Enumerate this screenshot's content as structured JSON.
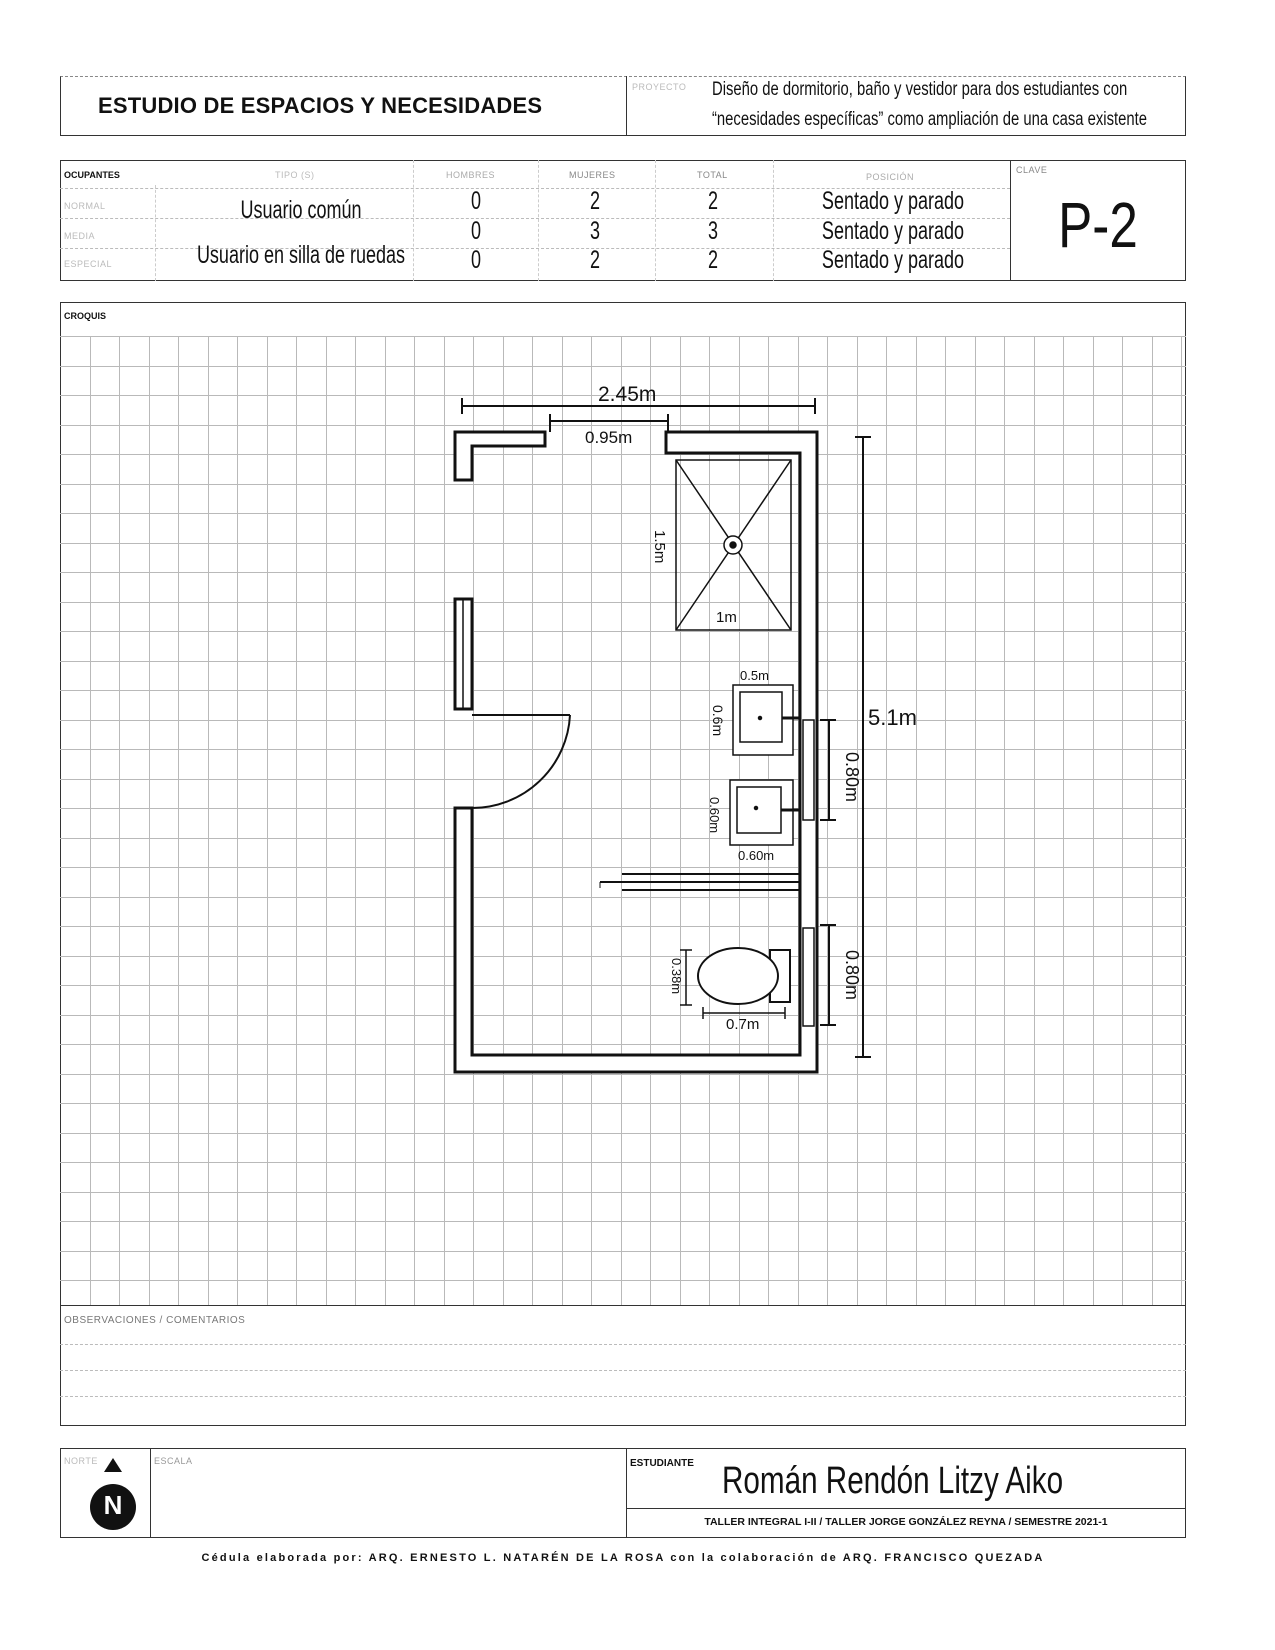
{
  "header": {
    "title": "ESTUDIO DE ESPACIOS Y NECESIDADES",
    "project_label": "PROYECTO",
    "project_line1": "Diseño de dormitorio, baño y vestidor para dos estudiantes con",
    "project_line2": "“necesidades específicas” como ampliación de una casa existente"
  },
  "occupants": {
    "section_label": "OCUPANTES",
    "col_tipo": "TIPO (S)",
    "col_hombres": "HOMBRES",
    "col_mujeres": "MUJERES",
    "col_total": "TOTAL",
    "col_posicion": "POSICIÓN",
    "col_clave": "CLAVE",
    "row_labels": [
      "NORMAL",
      "MEDIA",
      "ESPECIAL"
    ],
    "rows": [
      {
        "tipo": "Usuario común",
        "hombres": "0",
        "mujeres": "2",
        "total": "2",
        "posicion": "Sentado y parado"
      },
      {
        "tipo": "",
        "hombres": "0",
        "mujeres": "3",
        "total": "3",
        "posicion": "Sentado y parado"
      },
      {
        "tipo": "Usuario en silla de ruedas",
        "hombres": "0",
        "mujeres": "2",
        "total": "2",
        "posicion": "Sentado y parado"
      }
    ],
    "clave": "P-2"
  },
  "croquis": {
    "label": "CROQUIS",
    "dims": {
      "width_total": "2.45m",
      "door_opening": "0.95m",
      "shower_h": "1.5m",
      "shower_w": "1m",
      "sink1_w": "0.5m",
      "sink1_h": "0.6m",
      "sink2_h": "0.60m",
      "sink2_w": "0.60m",
      "mirror1": "0.80m",
      "mirror2": "0.80m",
      "total_height": "5.1m",
      "toilet_h": "0.38m",
      "toilet_w": "0.7m"
    }
  },
  "observations": {
    "label": "OBSERVACIONES / COMENTARIOS"
  },
  "footer": {
    "norte_label": "NORTE",
    "north_letter": "N",
    "escala_label": "ESCALA",
    "student_label": "ESTUDIANTE",
    "student_name": "Román Rendón Litzy Aiko",
    "workshop": "TALLER INTEGRAL I-II / TALLER JORGE GONZÁLEZ REYNA / SEMESTRE 2021-1",
    "credits": "Cédula elaborada por: ARQ. ERNESTO L. NATARÉN DE LA ROSA con la colaboración de ARQ. FRANCISCO QUEZADA"
  }
}
